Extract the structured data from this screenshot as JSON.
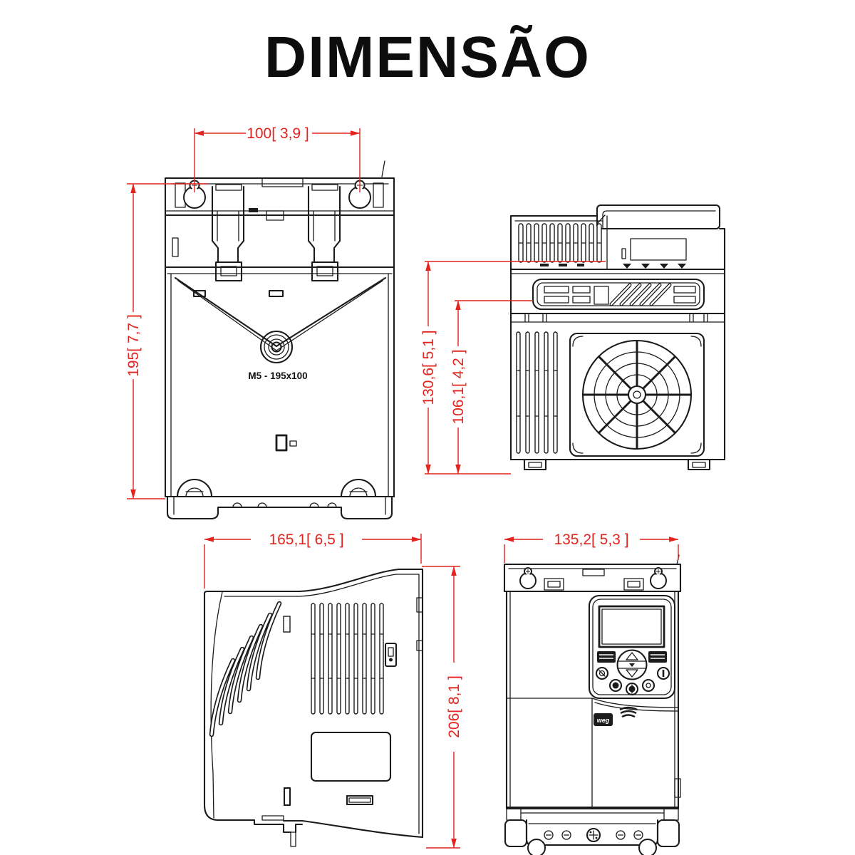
{
  "title": "DIMENSÃO",
  "colors": {
    "dimension_red": "#e2231e",
    "line_black": "#1b1b1b",
    "background": "#ffffff"
  },
  "views": {
    "rear": {
      "dim_width_mm_in": "100[ 3,9 ]",
      "dim_height_mm_in": "195[ 7,7 ]",
      "mounting_label": "M5 - 195x100"
    },
    "top": {
      "dim_depth_total_mm_in": "130,6[ 5,1 ]",
      "dim_depth_partial_mm_in": "106,1[ 4,2 ]"
    },
    "side": {
      "dim_depth_mm_in": "165,1[ 6,5 ]",
      "dim_height_mm_in": "206[ 8,1 ]"
    },
    "front": {
      "dim_width_mm_in": "135,2[ 5,3 ]",
      "brand_label": "weg"
    }
  }
}
